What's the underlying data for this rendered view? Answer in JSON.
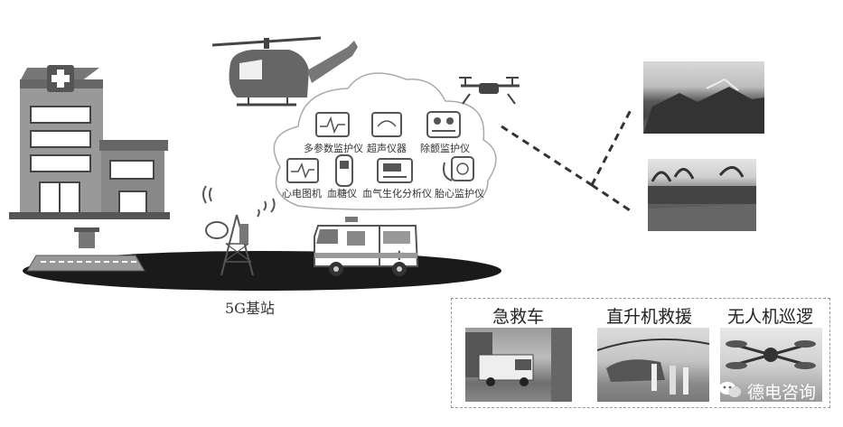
{
  "station": {
    "label": "5G基站"
  },
  "devices": [
    {
      "label": "多参数监护仪",
      "icon": "multi-parameter-monitor-icon"
    },
    {
      "label": "超声仪器",
      "icon": "ultrasound-icon"
    },
    {
      "label": "除颤监护仪",
      "icon": "defibrillator-icon"
    },
    {
      "label": "心电图机",
      "icon": "ecg-machine-icon"
    },
    {
      "label": "血糖仪",
      "icon": "glucometer-icon"
    },
    {
      "label": "血气生化分析仪",
      "icon": "blood-gas-analyzer-icon"
    },
    {
      "label": "胎心监护仪",
      "icon": "fetal-monitor-icon"
    }
  ],
  "scenarios": [
    {
      "label": "急救车"
    },
    {
      "label": "直升机救援"
    },
    {
      "label": "无人机巡逻"
    }
  ],
  "watermark": {
    "text": "德电咨询"
  }
}
